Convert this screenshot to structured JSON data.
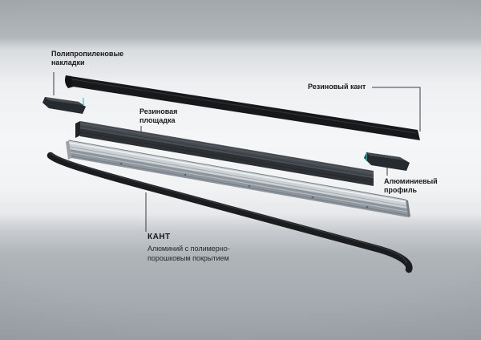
{
  "labels": {
    "polypropylene_caps": {
      "line1": "Полипропиленовые",
      "line2": "накладки"
    },
    "rubber_edge": {
      "text": "Резиновый кант"
    },
    "rubber_pad": {
      "line1": "Резиновая",
      "line2": "площадка"
    },
    "aluminum_profile": {
      "line1": "Алюминиевый",
      "line2": "профиль"
    },
    "kant": {
      "title": "КАНТ",
      "subtitle_line1": "Алюминий с полимерно-",
      "subtitle_line2": "порошковым покрытием"
    }
  },
  "diagram": {
    "type": "exploded-parts-diagram",
    "accent_color": "#36c3d0",
    "leader_line_color": "#3a3d40",
    "parts": [
      {
        "name": "rubber-edge-strip",
        "label": "Резиновый кант",
        "color": "#17181a"
      },
      {
        "name": "polypropylene-end-cap-left",
        "label": "Полипропиленовые накладки",
        "color": "#262b30"
      },
      {
        "name": "polypropylene-end-cap-right",
        "label": "Полипропиленовые накладки",
        "color": "#262b30"
      },
      {
        "name": "rubber-pad",
        "label": "Резиновая площадка",
        "color": "#2d3135"
      },
      {
        "name": "aluminum-profile",
        "label": "Алюминиевый профиль",
        "color": "#b2b8bd"
      },
      {
        "name": "kant-frame",
        "label": "КАНТ — Алюминий с полимерно-порошковым покрытием",
        "color": "#1b1c1e"
      }
    ]
  }
}
